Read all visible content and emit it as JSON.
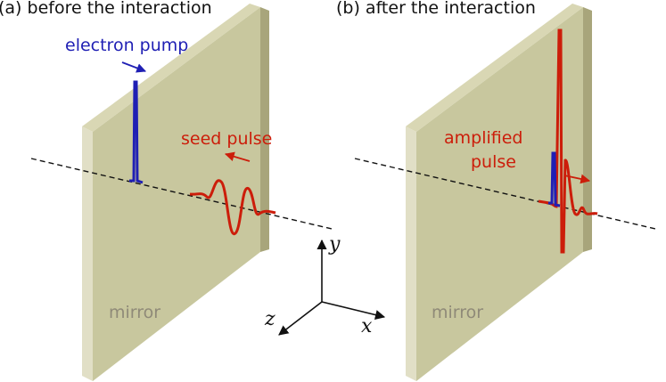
{
  "panels": [
    {
      "label": "(a) before the interaction",
      "mirror_label": "mirror",
      "beam_label": "electron pump",
      "pulse_label_lines": [
        "seed pulse"
      ]
    },
    {
      "label": "(b) after the interaction",
      "mirror_label": "mirror",
      "pulse_label_lines": [
        "amplified",
        "pulse"
      ]
    }
  ],
  "axes": {
    "y": "y",
    "z": "z",
    "x": "x"
  },
  "colors": {
    "mirror_face": "#c8c79e",
    "mirror_edge": "#e1dfc6",
    "mirror_side": "#a8a57b",
    "mirror_text": "#8f8a78",
    "electron": "#1f1fb4",
    "pulse": "#cc1d0a",
    "axis_line": "#111111"
  }
}
